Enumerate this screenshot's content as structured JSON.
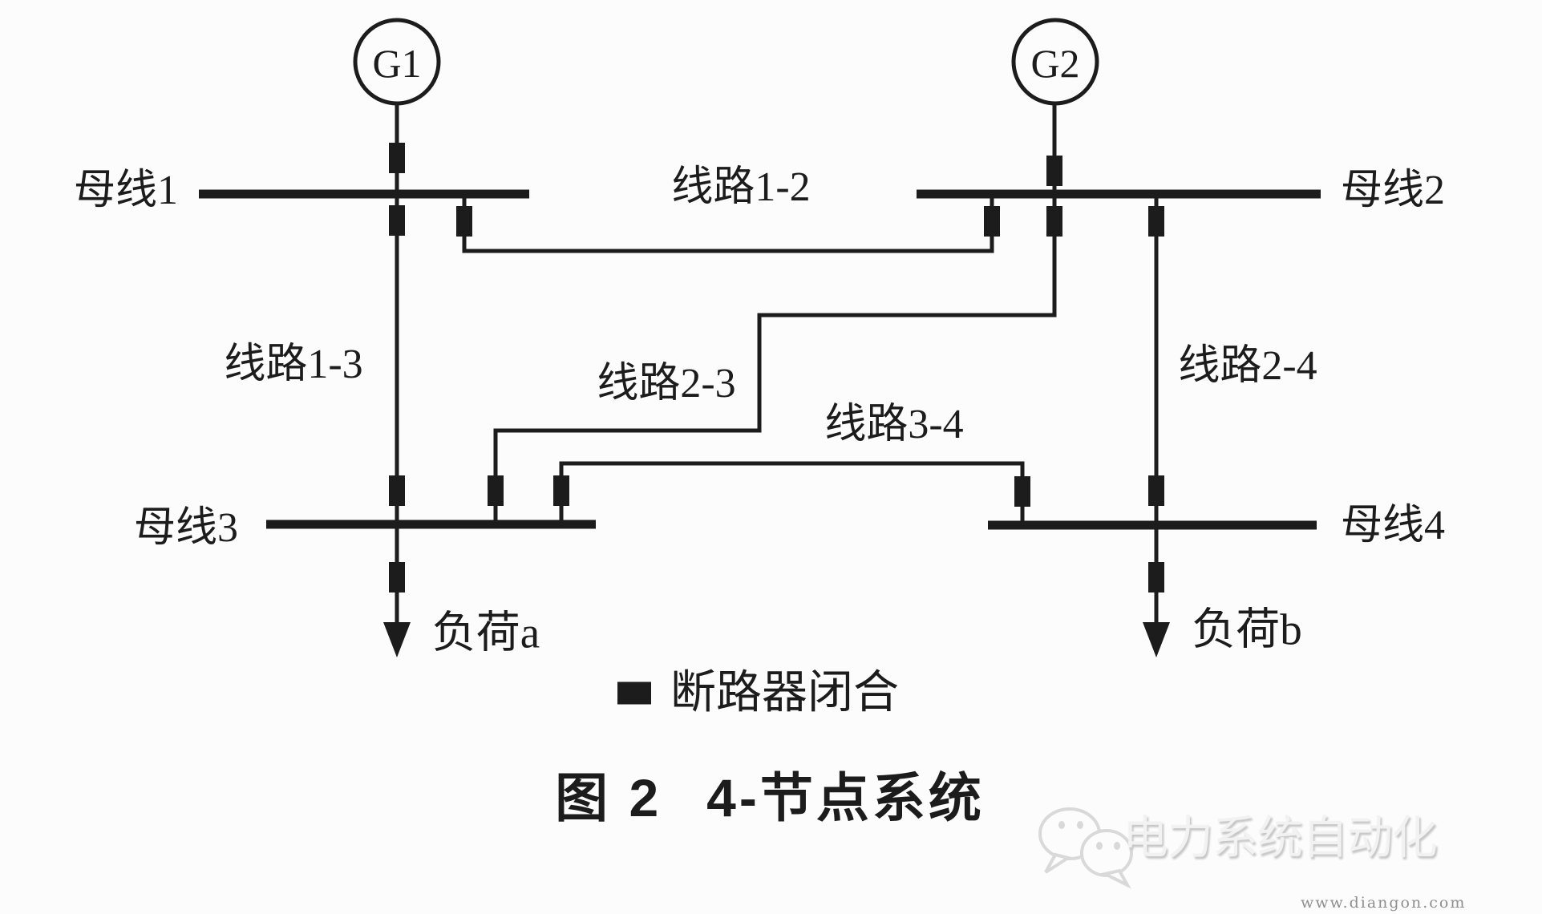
{
  "diagram": {
    "generators": [
      {
        "label": "G1"
      },
      {
        "label": "G2"
      }
    ],
    "buses": [
      {
        "label": "母线1"
      },
      {
        "label": "母线2"
      },
      {
        "label": "母线3"
      },
      {
        "label": "母线4"
      }
    ],
    "lines": [
      {
        "label": "线路1-2"
      },
      {
        "label": "线路1-3"
      },
      {
        "label": "线路2-3"
      },
      {
        "label": "线路2-4"
      },
      {
        "label": "线路3-4"
      }
    ],
    "loads": [
      {
        "label": "负荷a"
      },
      {
        "label": "负荷b"
      }
    ],
    "legend": {
      "breaker_label": "断路器闭合"
    },
    "caption": {
      "figure": "图 2",
      "title": "4-节点系统"
    },
    "colors": {
      "ink": "#1c1c1c",
      "background": "#fcfcfc",
      "watermark_text": "#f2f2f2",
      "watermark_outline": "#d9d9d9",
      "site_text": "#8f8f8f"
    }
  },
  "watermark": {
    "brand": "电力系统自动化",
    "site": "www.diangon.com",
    "logo": "wechat-chat-bubbles-icon"
  }
}
